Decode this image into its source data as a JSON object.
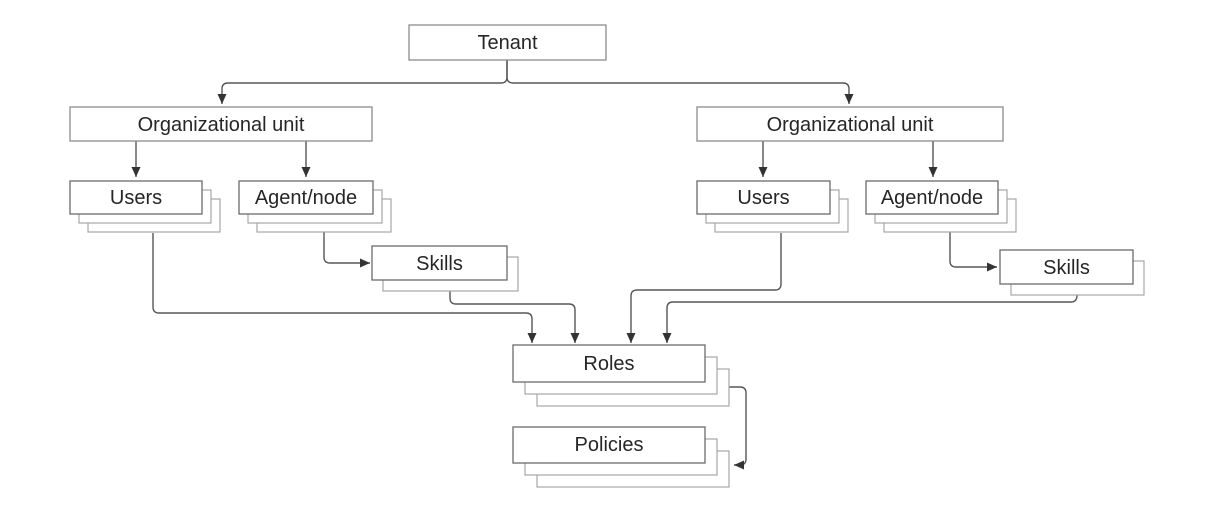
{
  "diagram": {
    "type": "hierarchy-block-diagram",
    "background_color": "#ffffff",
    "colors": {
      "box_fill": "#ffffff",
      "box_border": "#6b6b6b",
      "stack_border": "#a6a6a6",
      "plain_border": "#8c8c8c",
      "connector": "#565656",
      "arrowhead": "#333333",
      "label_text": "#262626"
    },
    "nodes": {
      "tenant": {
        "label": "Tenant",
        "stacked": false
      },
      "ou_left": {
        "label": "Organizational unit",
        "stacked": false
      },
      "ou_right": {
        "label": "Organizational unit",
        "stacked": false
      },
      "users_left": {
        "label": "Users",
        "stacked": true,
        "stack_layers": 3
      },
      "agent_left": {
        "label": "Agent/node",
        "stacked": true,
        "stack_layers": 3
      },
      "users_right": {
        "label": "Users",
        "stacked": true,
        "stack_layers": 3
      },
      "agent_right": {
        "label": "Agent/node",
        "stacked": true,
        "stack_layers": 3
      },
      "skills_left": {
        "label": "Skills",
        "stacked": true,
        "stack_layers": 2
      },
      "skills_right": {
        "label": "Skills",
        "stacked": true,
        "stack_layers": 2
      },
      "roles": {
        "label": "Roles",
        "stacked": true,
        "stack_layers": 3
      },
      "policies": {
        "label": "Policies",
        "stacked": true,
        "stack_layers": 3
      }
    },
    "edges": [
      {
        "from": "tenant",
        "to": "ou_left",
        "arrow": "end"
      },
      {
        "from": "tenant",
        "to": "ou_right",
        "arrow": "end"
      },
      {
        "from": "ou_left",
        "to": "users_left",
        "arrow": "end"
      },
      {
        "from": "ou_left",
        "to": "agent_left",
        "arrow": "end"
      },
      {
        "from": "ou_right",
        "to": "users_right",
        "arrow": "end"
      },
      {
        "from": "ou_right",
        "to": "agent_right",
        "arrow": "end"
      },
      {
        "from": "agent_left",
        "to": "skills_left",
        "arrow": "end"
      },
      {
        "from": "agent_right",
        "to": "skills_right",
        "arrow": "end"
      },
      {
        "from": "users_left",
        "to": "roles",
        "arrow": "end"
      },
      {
        "from": "skills_left",
        "to": "roles",
        "arrow": "end"
      },
      {
        "from": "users_right",
        "to": "roles",
        "arrow": "end"
      },
      {
        "from": "skills_right",
        "to": "roles",
        "arrow": "end"
      },
      {
        "from": "roles",
        "to": "policies",
        "arrow": "end"
      }
    ]
  }
}
